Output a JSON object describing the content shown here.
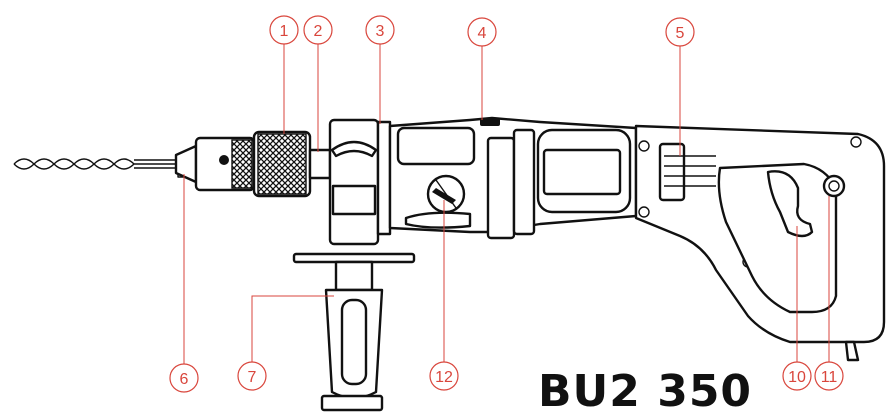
{
  "title": "BU2 350",
  "callouts": [
    {
      "id": "1",
      "label": "1"
    },
    {
      "id": "2",
      "label": "2"
    },
    {
      "id": "3",
      "label": "3"
    },
    {
      "id": "4",
      "label": "4"
    },
    {
      "id": "5",
      "label": "5"
    },
    {
      "id": "6",
      "label": "6"
    },
    {
      "id": "7",
      "label": "7"
    },
    {
      "id": "12",
      "label": "12"
    },
    {
      "id": "10",
      "label": "10"
    },
    {
      "id": "11",
      "label": "11"
    }
  ],
  "colors": {
    "callout": "#d9463c",
    "line_art": "#111111",
    "background": "#ffffff"
  }
}
